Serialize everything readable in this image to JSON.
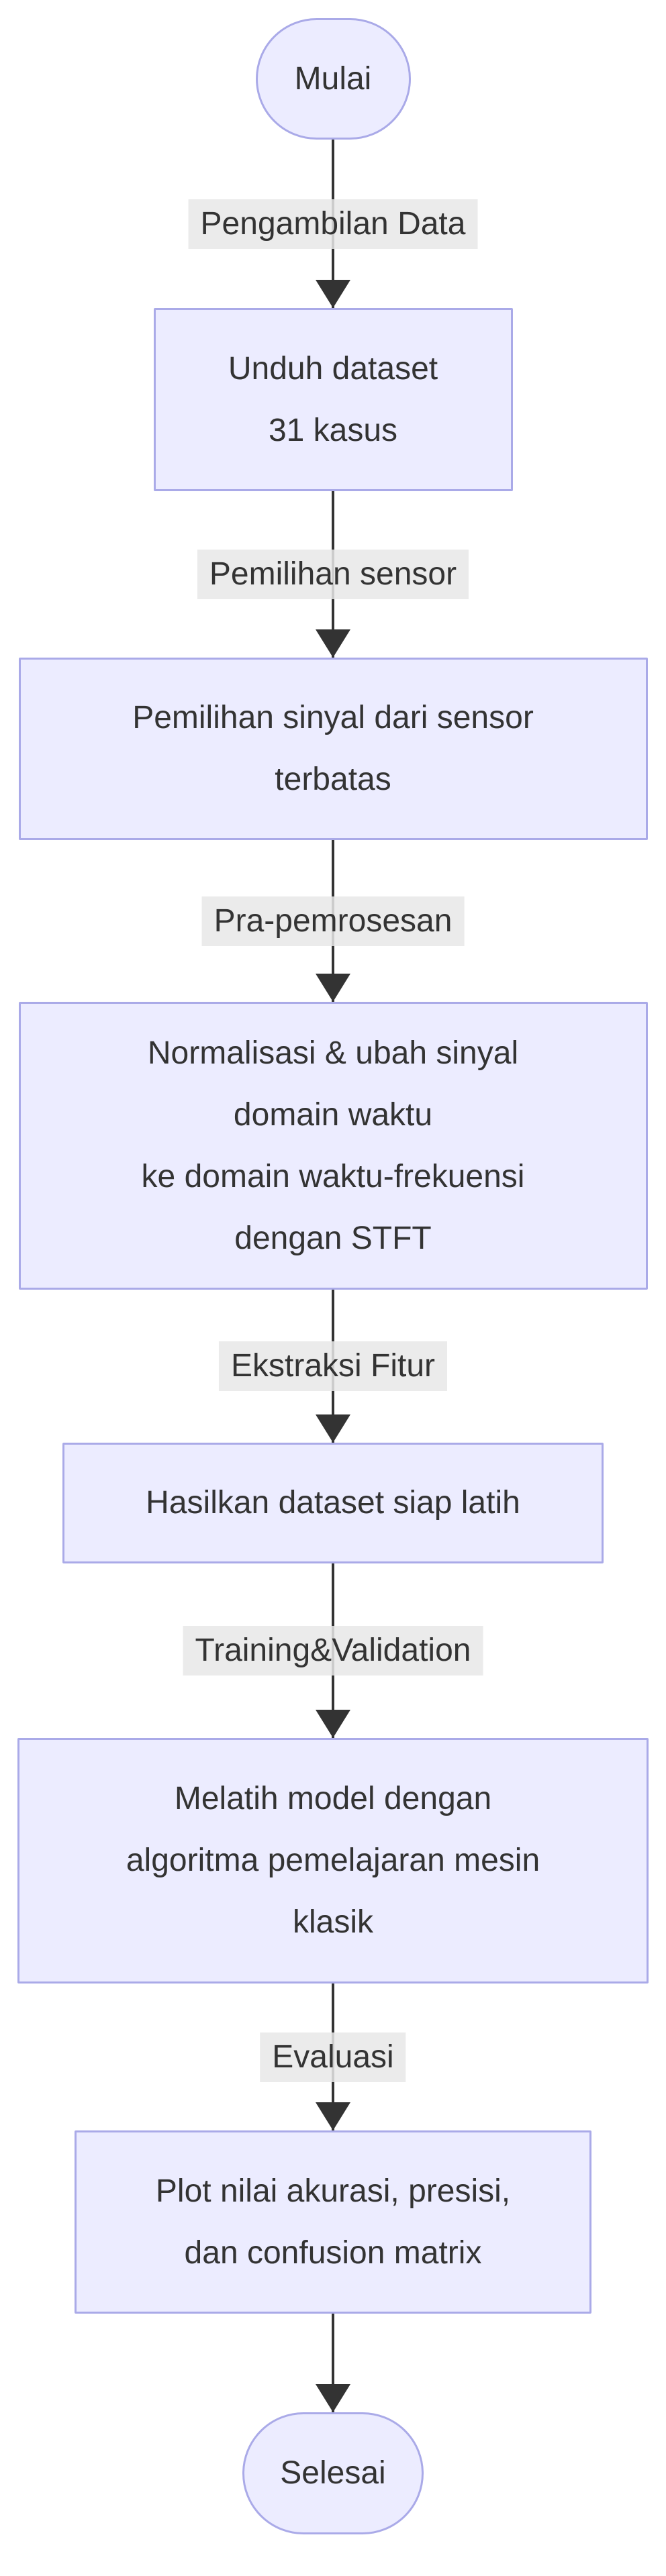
{
  "flowchart": {
    "title": "Research workflow flowchart",
    "nodes": [
      {
        "id": "start",
        "type": "stadium",
        "label": "Mulai"
      },
      {
        "id": "step1",
        "type": "process",
        "lines": [
          "Unduh dataset",
          "31 kasus"
        ]
      },
      {
        "id": "step2",
        "type": "process",
        "lines": [
          "Pemilihan sinyal dari sensor",
          "terbatas"
        ]
      },
      {
        "id": "step3",
        "type": "process",
        "lines": [
          "Normalisasi & ubah sinyal",
          "domain waktu",
          "ke domain waktu-frekuensi",
          "dengan STFT"
        ]
      },
      {
        "id": "step4",
        "type": "process",
        "lines": [
          "Hasilkan dataset siap latih"
        ]
      },
      {
        "id": "step5",
        "type": "process",
        "lines": [
          "Melatih model dengan",
          "algoritma pemelajaran mesin",
          "klasik"
        ]
      },
      {
        "id": "step6",
        "type": "process",
        "lines": [
          "Plot nilai akurasi, presisi,",
          "dan confusion matrix"
        ]
      },
      {
        "id": "end",
        "type": "stadium",
        "label": "Selesai"
      }
    ],
    "edges": [
      {
        "from": "start",
        "to": "step1",
        "label": "Pengambilan Data"
      },
      {
        "from": "step1",
        "to": "step2",
        "label": "Pemilihan sensor"
      },
      {
        "from": "step2",
        "to": "step3",
        "label": "Pra-pemrosesan"
      },
      {
        "from": "step3",
        "to": "step4",
        "label": "Ekstraksi Fitur"
      },
      {
        "from": "step4",
        "to": "step5",
        "label": "Training&Validation"
      },
      {
        "from": "step5",
        "to": "step6",
        "label": "Evaluasi"
      },
      {
        "from": "step6",
        "to": "end",
        "label": ""
      }
    ],
    "colors": {
      "node_fill": "#ECECFF",
      "node_border": "#AAAAE8",
      "edge_color": "#333333",
      "label_bg": "#E8E8E8",
      "text_color": "#333333",
      "page_bg": "#FFFFFF"
    }
  }
}
